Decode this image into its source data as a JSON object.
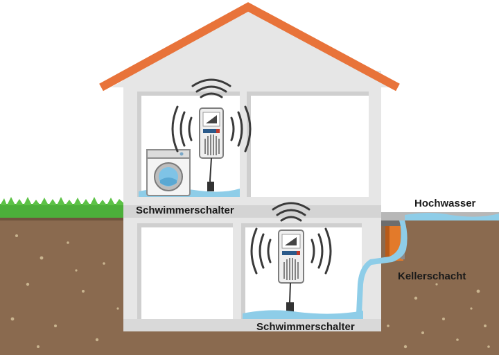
{
  "labels": {
    "float_switch_upper": "Schwimmerschalter",
    "float_switch_lower": "Schwimmerschalter",
    "flood_water": "Hochwasser",
    "basement_shaft": "Kellerschacht"
  },
  "colors": {
    "roof": "#e8733a",
    "wall": "#e6e6e6",
    "wall_shadow": "#c9c9c9",
    "room_white": "#ffffff",
    "soil": "#8a6a4f",
    "grass": "#4caf3a",
    "water": "#8ecde8",
    "device": "#efefef",
    "shaft": "#e37a2a"
  },
  "icons": [
    "washing-machine-icon",
    "alarm-device-icon",
    "signal-waves-icon",
    "float-sensor-icon"
  ]
}
